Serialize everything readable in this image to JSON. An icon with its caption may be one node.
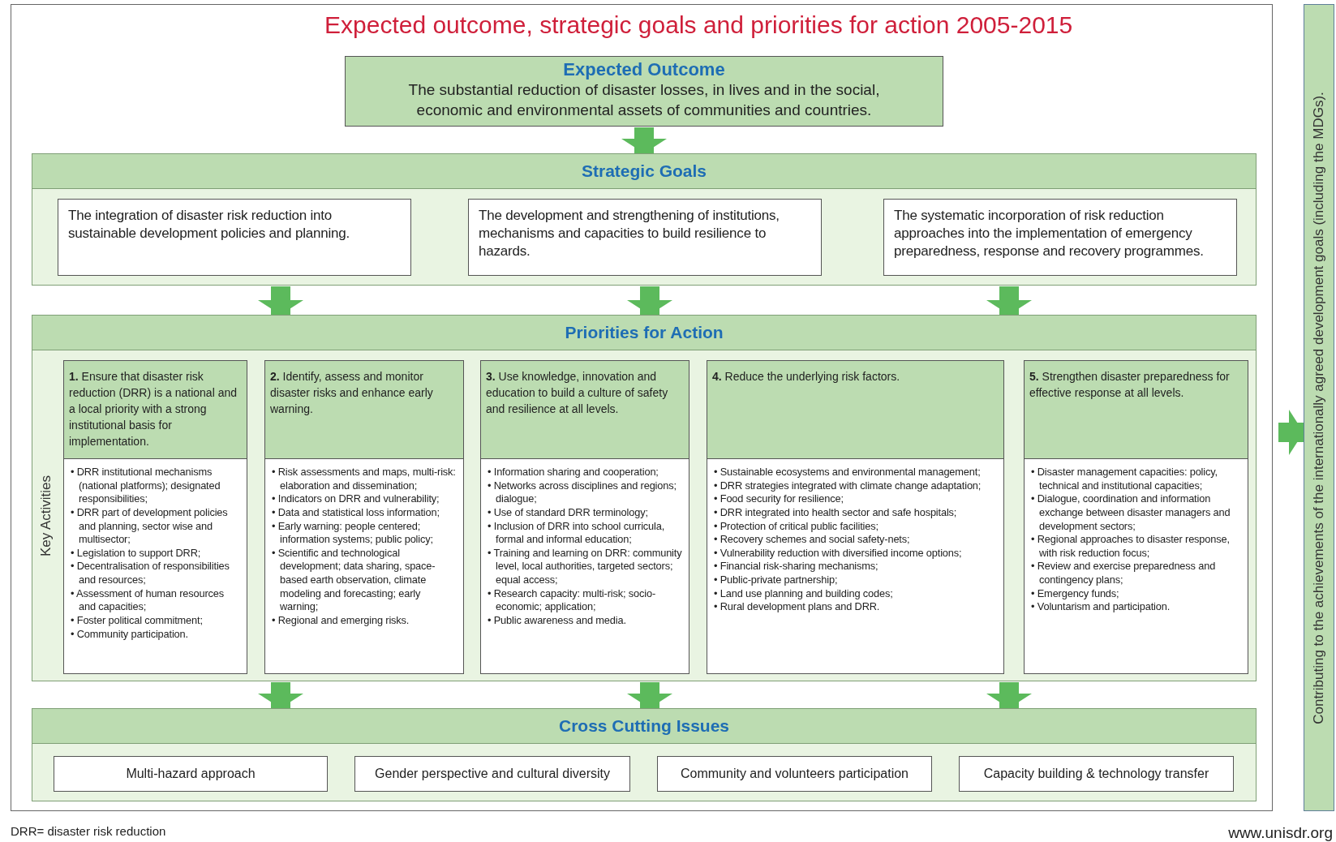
{
  "diagram": {
    "title": "Expected outcome, strategic goals and priorities for action 2005-2015",
    "nodes": [
      {
        "text": [
          "Expected Outcome",
          "The substantial reduction of disaster losses, in lives and in the social, economic and environmental assets of communities and countries."
        ]
      },
      {
        "text": [
          "Strategic Goals"
        ]
      },
      {
        "text": [
          "The integration of disaster risk reduction into sustainable development policies and planning."
        ],
        "in": 1
      },
      {
        "text": [
          "The development and strengthening of institutions, mechanisms and capacities to build resilience to hazards."
        ],
        "in": 1
      },
      {
        "text": [
          "The systematic incorporation of risk reduction approaches into the implementation of emergency preparedness, response and recovery programmes."
        ],
        "in": 1
      },
      {
        "text": [
          "Priorities for Action",
          "Key Activities"
        ]
      },
      {
        "text": [
          "**1.** Ensure that disaster risk reduction (DRR) is a national and a local priority with a strong institutional basis for implementation.",
          "• DRR institutional mechanisms (national platforms); designated responsibilities;",
          "• DRR part of development policies and planning, sector wise and multisector;",
          "• Legislation to support DRR;",
          "• Decentralisation of responsibilities and resources;",
          "• Assessment of human resources and capacities;",
          "• Foster political commitment;",
          "• Community participation."
        ],
        "in": 5
      },
      {
        "text": [
          "**2.** Identify, assess and monitor disaster risks and enhance early warning.",
          "• Risk assessments and maps, multi-risk: elaboration and dissemination;",
          "• Indicators on DRR and vulnerability;",
          "• Data and statistical loss information;",
          "• Early warning: people centered; information systems; public policy;",
          "• Scientific and technological development; data sharing, space-based earth observation, climate modeling and forecasting; early warning;",
          "• Regional and emerging risks."
        ],
        "in": 5
      },
      {
        "text": [
          "**3.** Use knowledge, innovation and education to build a culture of safety and resilience at all levels.",
          "• Information sharing and cooperation;",
          "• Networks across disciplines and regions; dialogue;",
          "• Use of standard DRR terminology;",
          "• Inclusion of DRR into school curricula, formal and informal education;",
          "• Training and learning on DRR: community level, local authorities, targeted sectors; equal access;",
          "• Research capacity: multi-risk; socio-economic; application;",
          "• Public awareness and media."
        ],
        "in": 5
      },
      {
        "text": [
          "**4.** Reduce the underlying risk factors.",
          "• Sustainable ecosystems and environmental management;",
          "• DRR strategies integrated with climate change adaptation;",
          "• Food security for resilience;",
          "• DRR integrated into health sector and safe hospitals;",
          "• Protection of critical public facilities;",
          "• Recovery schemes and social safety-nets;",
          "• Vulnerability reduction with diversified income options;",
          "• Financial risk-sharing mechanisms;",
          "• Public-private partnership;",
          "• Land use planning and building codes;",
          "• Rural development plans and DRR."
        ],
        "in": 5
      },
      {
        "text": [
          "**5.** Strengthen disaster preparedness for effective response at all levels.",
          "• Disaster management capacities: policy, technical and institutional capacities;",
          "• Dialogue, coordination and information exchange between disaster managers and development sectors;",
          "• Regional approaches to disaster response, with risk reduction focus;",
          "• Review and exercise preparedness and contingency plans;",
          "• Emergency funds;",
          "• Voluntarism and participation."
        ],
        "in": 5
      },
      {
        "text": [
          "Cross Cutting Issues"
        ]
      },
      {
        "text": [
          "Multi-hazard approach"
        ],
        "in": 11
      },
      {
        "text": [
          "Gender perspective and cultural diversity"
        ],
        "in": 11
      },
      {
        "text": [
          "Community and volunteers participation"
        ],
        "in": 11
      },
      {
        "text": [
          "Capacity building & technology transfer"
        ],
        "in": 11
      },
      {
        "text": [
          "Contributing to the achievements of the internationally agreed development goals (including the MDGs)."
        ]
      }
    ],
    "edges": [
      {
        "from": 0,
        "to": 1,
        "arrow": "to"
      },
      {
        "from": 1,
        "to": 5,
        "arrow": "to"
      },
      {
        "from": 1,
        "to": 5,
        "arrow": "to"
      },
      {
        "from": 1,
        "to": 5,
        "arrow": "to"
      },
      {
        "from": 5,
        "to": 11,
        "arrow": "to"
      },
      {
        "from": 5,
        "to": 11,
        "arrow": "to"
      },
      {
        "from": 5,
        "to": 11,
        "arrow": "to"
      },
      {
        "from": null,
        "to": 16,
        "arrow": "to"
      }
    ],
    "labels": [
      "DRR= disaster risk reduction",
      "www.unisdr.org"
    ]
  }
}
